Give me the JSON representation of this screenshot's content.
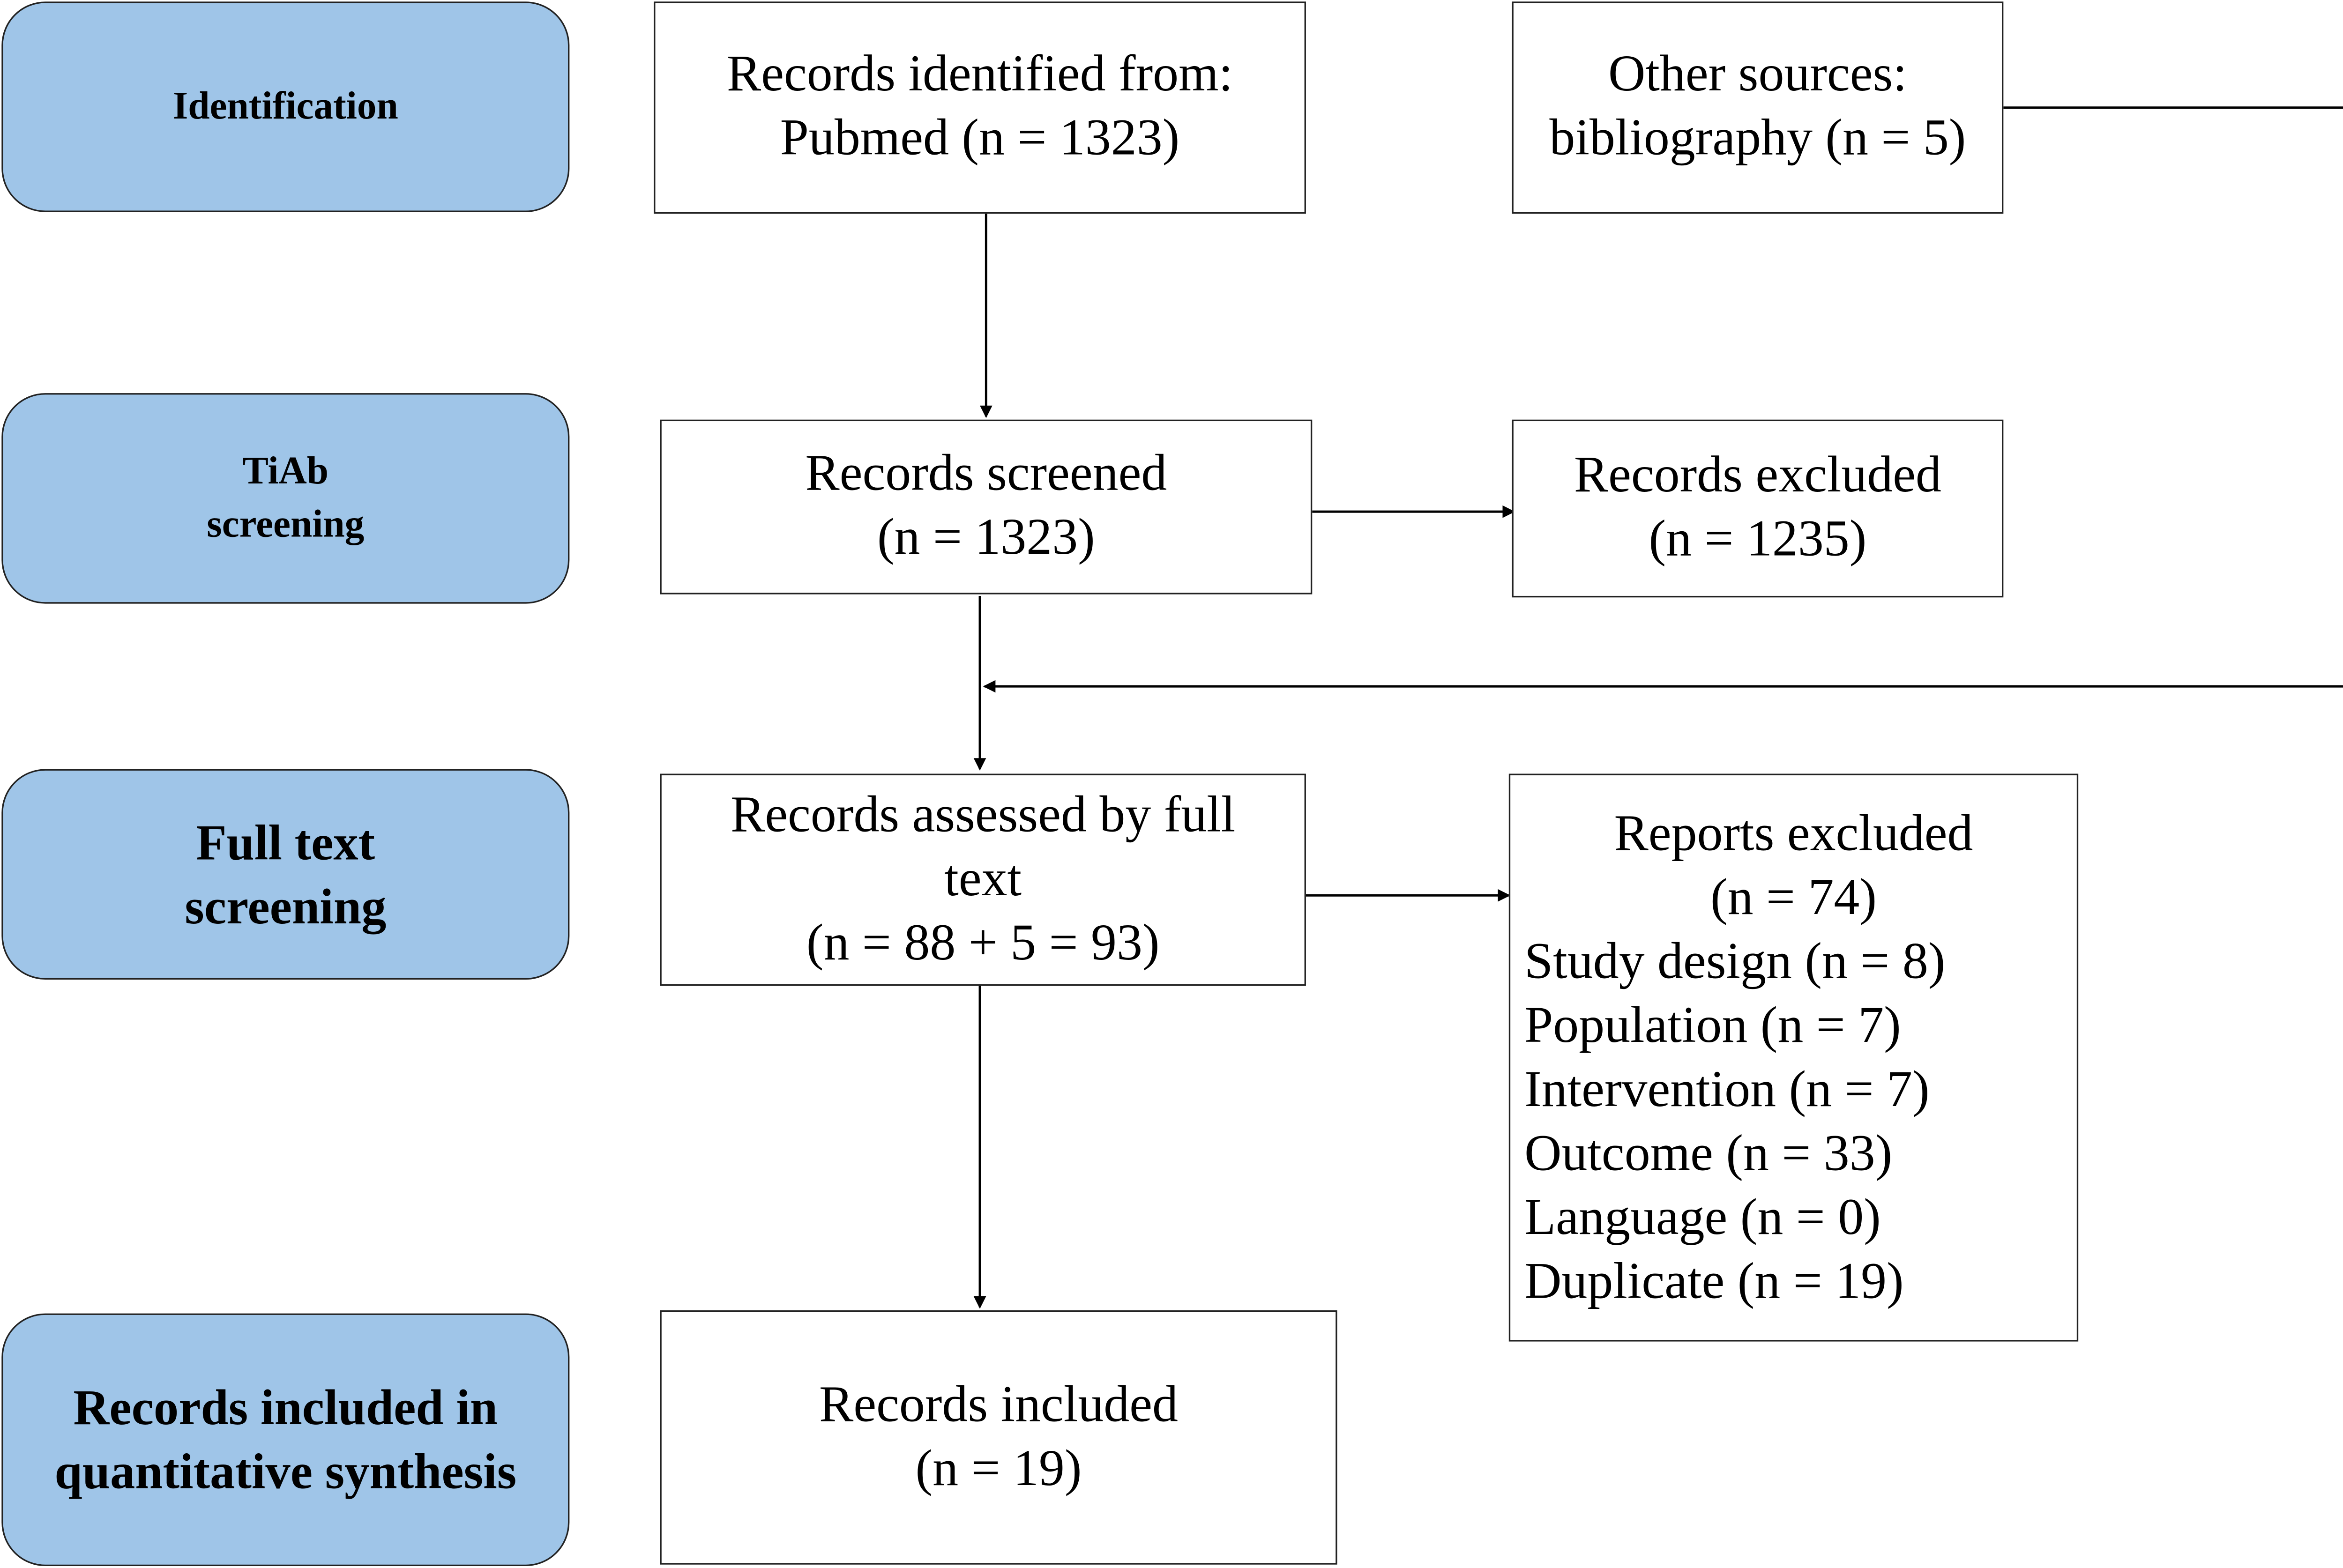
{
  "stages": [
    {
      "id": "identification",
      "lines": [
        "Identification"
      ]
    },
    {
      "id": "tiab",
      "lines": [
        "TiAb",
        "screening"
      ]
    },
    {
      "id": "fulltext",
      "lines": [
        "Full text",
        "screening"
      ]
    },
    {
      "id": "included",
      "lines": [
        "Records included in",
        "quantitative synthesis"
      ]
    }
  ],
  "boxes": {
    "pubmed": {
      "lines": [
        "Records identified from:",
        "Pubmed (n = 1323)"
      ]
    },
    "other": {
      "lines": [
        "Other sources:",
        "bibliography (n = 5)"
      ]
    },
    "screened": {
      "lines": [
        "Records screened",
        "(n = 1323)"
      ]
    },
    "excluded": {
      "lines": [
        "Records excluded",
        "(n = 1235)"
      ]
    },
    "assessed": {
      "lines": [
        "Records assessed by full",
        "text",
        "(n = 88 + 5 = 93)"
      ]
    },
    "reports_excluded": {
      "title": "Reports excluded",
      "count": "(n = 74)",
      "reasons": [
        "Study design (n = 8)",
        "Population (n = 7)",
        "Intervention (n = 7)",
        "Outcome (n = 33)",
        "Language (n = 0)",
        "Duplicate (n = 19)"
      ]
    },
    "final": {
      "lines": [
        "Records included",
        "(n = 19)"
      ]
    }
  }
}
